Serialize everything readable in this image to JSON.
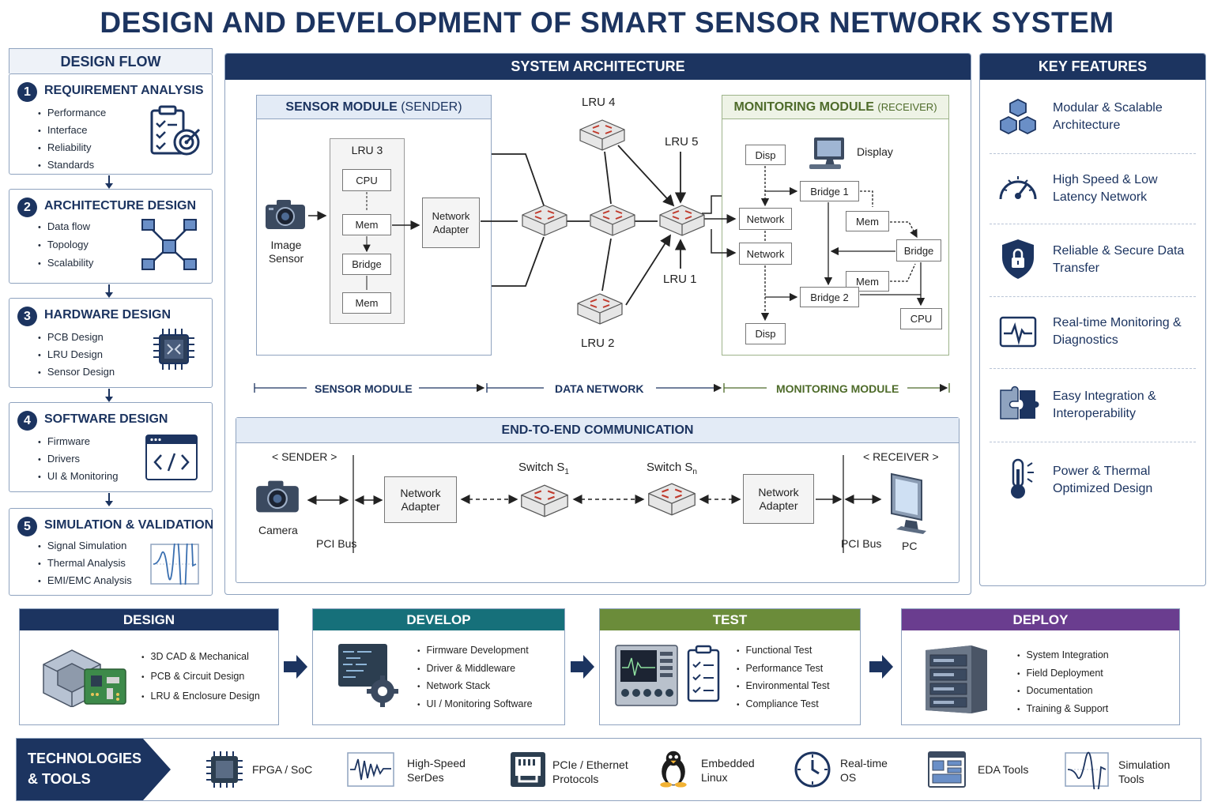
{
  "title": "DESIGN AND DEVELOPMENT OF SMART SENSOR NETWORK SYSTEM",
  "design_flow": {
    "heading": "DESIGN FLOW",
    "steps": [
      {
        "num": "1",
        "title": "REQUIREMENT ANALYSIS",
        "items": [
          "Performance",
          "Interface",
          "Reliability",
          "Standards"
        ],
        "icon": "checklist-target-icon"
      },
      {
        "num": "2",
        "title": "ARCHITECTURE DESIGN",
        "items": [
          "Data flow",
          "Topology",
          "Scalability"
        ],
        "icon": "topology-icon"
      },
      {
        "num": "3",
        "title": "HARDWARE DESIGN",
        "items": [
          "PCB Design",
          "LRU Design",
          "Sensor Design"
        ],
        "icon": "chip-icon"
      },
      {
        "num": "4",
        "title": "SOFTWARE DESIGN",
        "items": [
          "Firmware",
          "Drivers",
          "UI & Monitoring"
        ],
        "icon": "code-window-icon"
      },
      {
        "num": "5",
        "title": "SIMULATION & VALIDATION",
        "items": [
          "Signal Simulation",
          "Thermal Analysis",
          "EMI/EMC Analysis"
        ],
        "icon": "waveform-icon"
      }
    ]
  },
  "architecture": {
    "heading": "SYSTEM ARCHITECTURE",
    "sensor_module": {
      "heading_main": "SENSOR MODULE",
      "heading_sub": "(SENDER)",
      "image_sensor": "Image Sensor",
      "lru3": "LRU 3",
      "cpu": "CPU",
      "mem1": "Mem",
      "bridge": "Bridge",
      "mem2": "Mem",
      "network_adapter": "Network Adapter"
    },
    "lru_labels": {
      "lru4": "LRU 4",
      "lru5": "LRU 5",
      "lru1": "LRU 1",
      "lru2": "LRU 2"
    },
    "monitoring_module": {
      "heading_main": "MONITORING MODULE",
      "heading_sub": "(RECEIVER)",
      "disp_top": "Disp",
      "display": "Display",
      "bridge1": "Bridge 1",
      "network1": "Network",
      "mem_a": "Mem",
      "network2": "Network",
      "bridge": "Bridge",
      "mem_b": "Mem",
      "bridge2": "Bridge 2",
      "cpu": "CPU",
      "disp_bottom": "Disp"
    },
    "spans": {
      "sensor": "SENSOR MODULE",
      "network": "DATA NETWORK",
      "monitoring": "MONITORING MODULE"
    },
    "e2e": {
      "heading": "END-TO-END COMMUNICATION",
      "sender": "< SENDER >",
      "receiver": "< RECEIVER >",
      "camera": "Camera",
      "pci_left": "PCI Bus",
      "adapter_left": "Network Adapter",
      "switch1": "Switch S",
      "switch1_sub": "1",
      "switchn": "Switch S",
      "switchn_sub": "n",
      "adapter_right": "Network Adapter",
      "pci_right": "PCI Bus",
      "pc": "PC"
    }
  },
  "key_features": {
    "heading": "KEY FEATURES",
    "items": [
      {
        "text": "Modular & Scalable Architecture",
        "icon": "cubes-icon"
      },
      {
        "text": "High Speed & Low Latency Network",
        "icon": "speedometer-icon"
      },
      {
        "text": "Reliable & Secure Data Transfer",
        "icon": "shield-lock-icon"
      },
      {
        "text": "Real-time Monitoring & Diagnostics",
        "icon": "pulse-monitor-icon"
      },
      {
        "text": "Easy Integration & Interoperability",
        "icon": "puzzle-icon"
      },
      {
        "text": "Power & Thermal Optimized Design",
        "icon": "thermometer-icon"
      }
    ]
  },
  "stages": [
    {
      "title": "DESIGN",
      "color": "#1c3460",
      "items": [
        "3D CAD & Mechanical",
        "PCB & Circuit Design",
        "LRU & Enclosure Design"
      ],
      "icon": "cad-pcb-icon"
    },
    {
      "title": "DEVELOP",
      "color": "#16707a",
      "items": [
        "Firmware Development",
        "Driver & Middleware",
        "Network Stack",
        "UI / Monitoring Software"
      ],
      "icon": "code-gear-icon"
    },
    {
      "title": "TEST",
      "color": "#6b8c3a",
      "items": [
        "Functional Test",
        "Performance Test",
        "Environmental Test",
        "Compliance Test"
      ],
      "icon": "oscilloscope-icon"
    },
    {
      "title": "DEPLOY",
      "color": "#6a3d8f",
      "items": [
        "System Integration",
        "Field Deployment",
        "Documentation",
        "Training & Support"
      ],
      "icon": "server-rack-icon"
    }
  ],
  "technologies": {
    "heading_line1": "TECHNOLOGIES",
    "heading_line2": "& TOOLS",
    "items": [
      {
        "line1": "FPGA / SoC",
        "line2": "",
        "icon": "fpga-chip-icon"
      },
      {
        "line1": "High-Speed",
        "line2": "SerDes",
        "icon": "serdes-wave-icon"
      },
      {
        "line1": "PCIe / Ethernet",
        "line2": "Protocols",
        "icon": "ethernet-port-icon"
      },
      {
        "line1": "Embedded",
        "line2": "Linux",
        "icon": "linux-penguin-icon"
      },
      {
        "line1": "Real-time",
        "line2": "OS",
        "icon": "clock-icon"
      },
      {
        "line1": "EDA Tools",
        "line2": "",
        "icon": "eda-window-icon"
      },
      {
        "line1": "Simulation",
        "line2": "Tools",
        "icon": "simulation-graph-icon"
      }
    ]
  },
  "colors": {
    "navy": "#1c3460",
    "teal": "#16707a",
    "green": "#6b8c3a",
    "purple": "#6a3d8f",
    "switch_red": "#c0392b"
  }
}
